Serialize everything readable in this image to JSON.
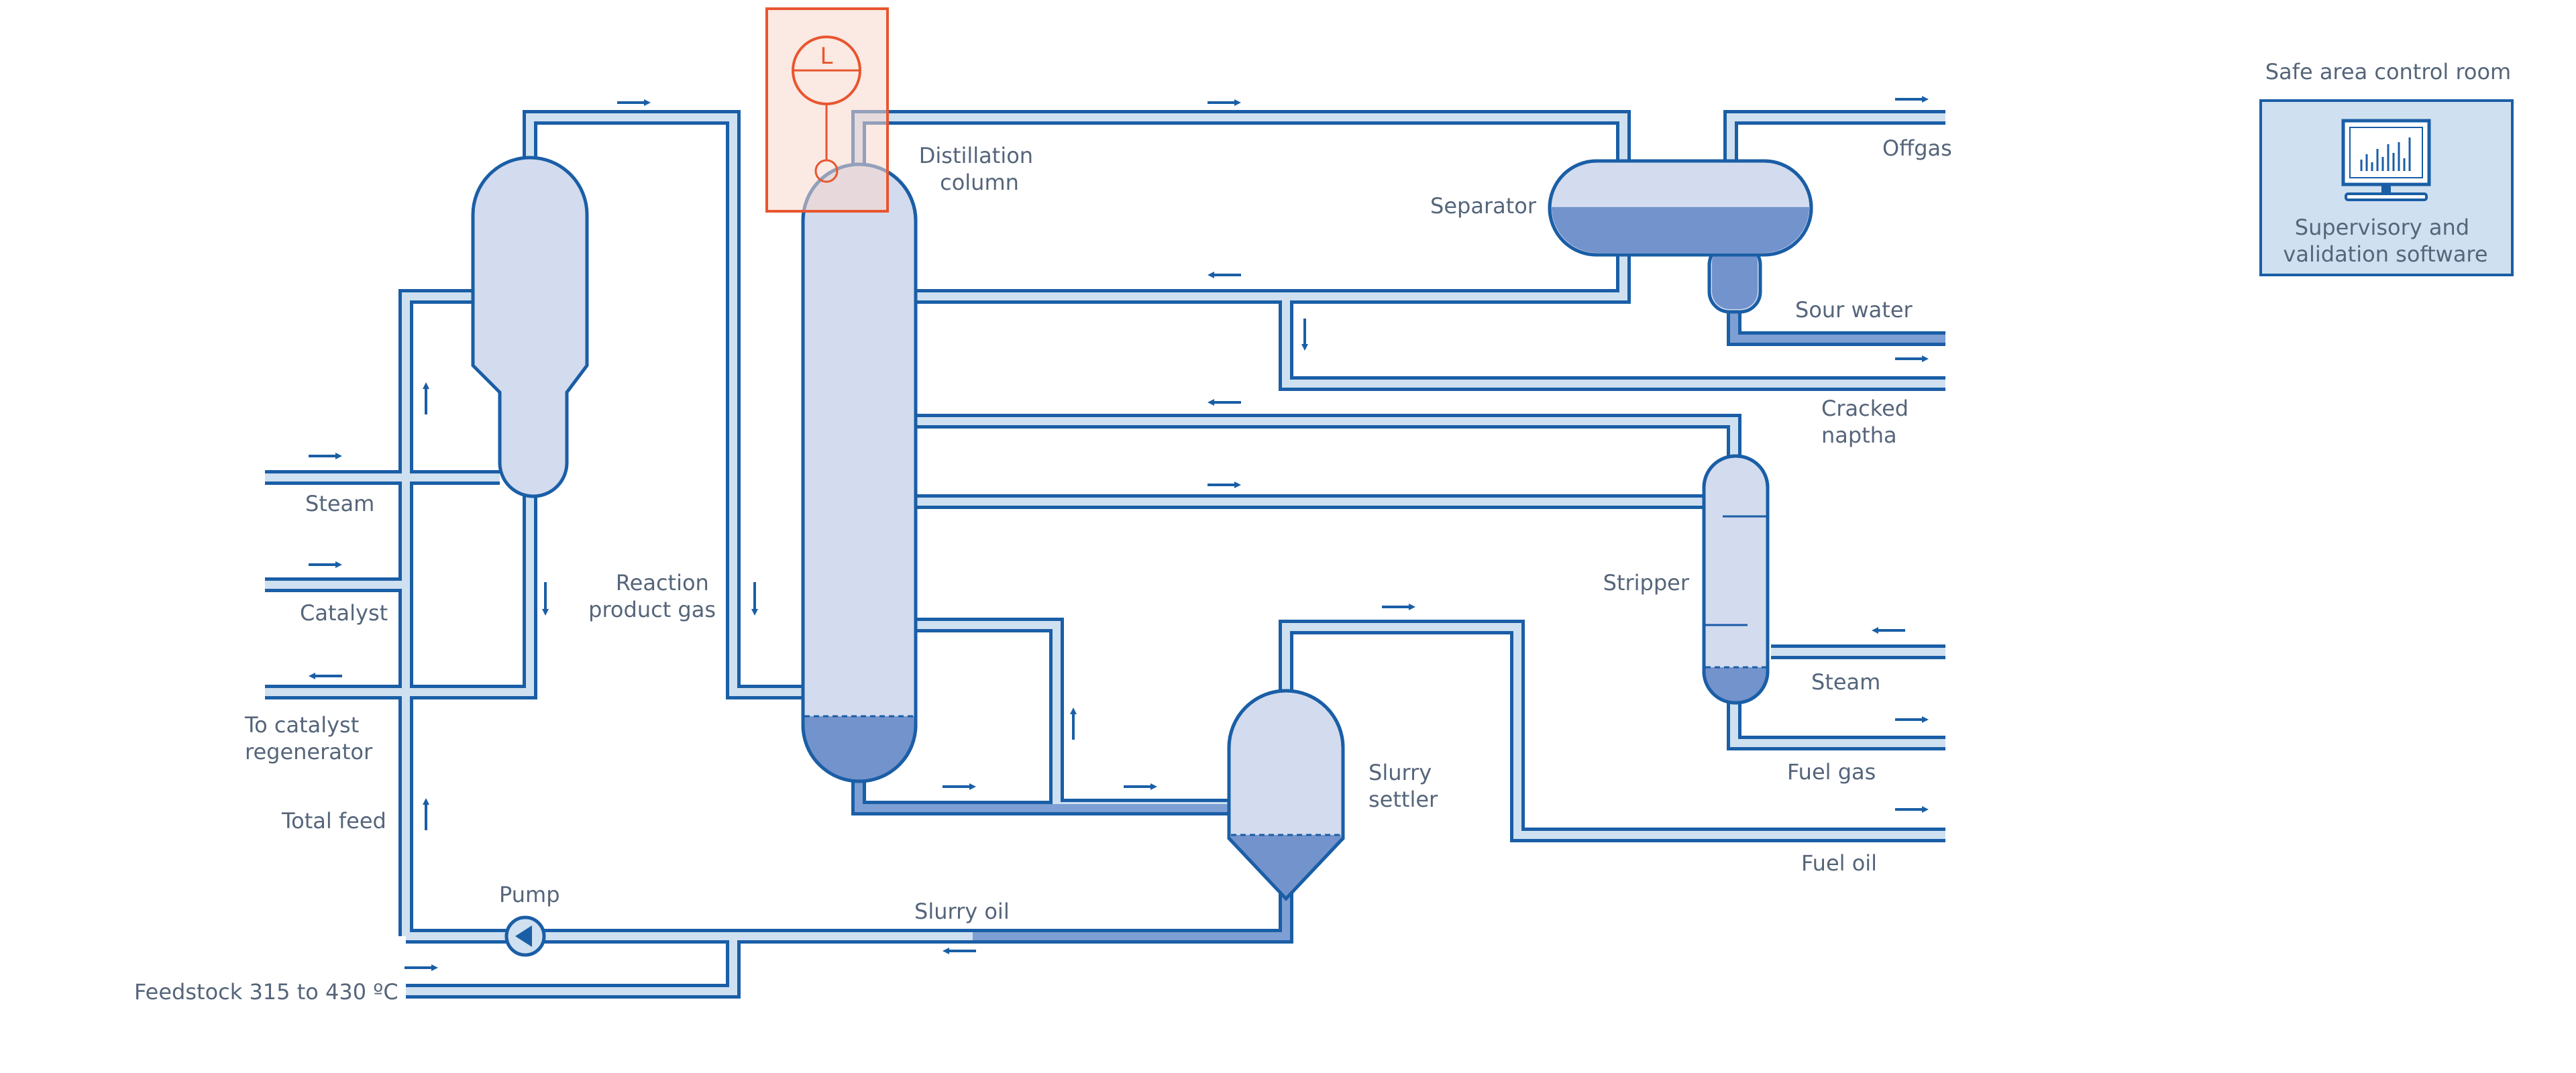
{
  "labels": {
    "steam_left": "Steam",
    "catalyst": "Catalyst",
    "to_catalyst_regenerator": [
      "To catalyst",
      "regenerator"
    ],
    "total_feed": "Total feed",
    "pump": "Pump",
    "feedstock": "Feedstock 315 to 430 ºC",
    "reaction_product_gas": [
      "Reaction",
      "product gas"
    ],
    "distillation_column": [
      "Distillation",
      "column"
    ],
    "slurry_oil": "Slurry oil",
    "slurry_settler": [
      "Slurry",
      "settler"
    ],
    "separator": "Separator",
    "offgas": "Offgas",
    "sour_water": "Sour water",
    "cracked_naptha": [
      "Cracked",
      "naptha"
    ],
    "stripper": "Stripper",
    "steam_right": "Steam",
    "fuel_gas": "Fuel gas",
    "fuel_oil": "Fuel oil"
  },
  "control_room": {
    "title": "Safe area control room",
    "caption": [
      "Supervisory and",
      "validation software"
    ]
  },
  "instrument": {
    "tag": "L"
  },
  "colors": {
    "pipe_outline": "#1a5ea6",
    "pipe_fill": "#cfe0f0",
    "vessel_fill": "#d3dbee",
    "liquid_fill": "#7393cc",
    "instrument": "#e8552f",
    "label_text": "#55657a"
  }
}
